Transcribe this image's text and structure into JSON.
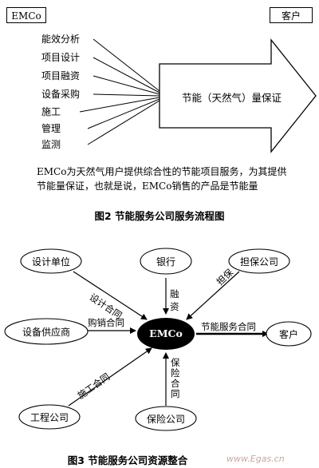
{
  "figure2": {
    "left_box": "EMCo",
    "right_box": "客户",
    "services": [
      "能效分析",
      "项目设计",
      "项目融资",
      "设备采购",
      "施工",
      "管理",
      "监测"
    ],
    "arrow_label": "节能（天然气）量保证",
    "paragraph_line1": "EMCo为天然气用户提供综合性的节能项目服务，为其提供",
    "paragraph_line2": "节能量保证，也就是说，EMCo销售的产品是节能量",
    "caption": "图2  节能服务公司服务流程图"
  },
  "figure3": {
    "center": "EMCo",
    "nodes": {
      "design_unit": "设计单位",
      "bank": "银行",
      "guarantee": "担保公司",
      "supplier": "设备供应商",
      "customer": "客户",
      "engineering": "工程公司",
      "insurance": "保险公司"
    },
    "contracts": {
      "design": "设计合同",
      "finance_1": "融",
      "finance_2": "资",
      "guarantee": "担保",
      "purchase": "购销合同",
      "energy_service": "节能服务合同",
      "construction": "施工合同",
      "insurance": "保险合同"
    },
    "caption": "图3  节能服务公司资源整合"
  },
  "watermark": "www.Egas.cn"
}
